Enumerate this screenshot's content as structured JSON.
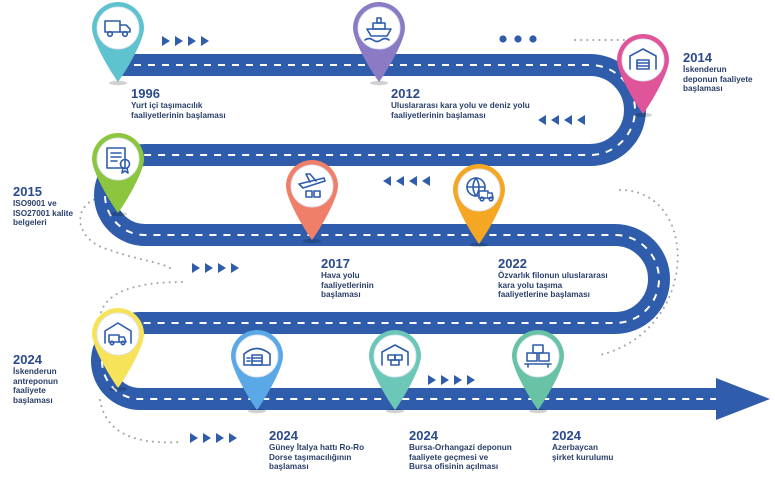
{
  "milestones": [
    {
      "id": "m1996",
      "year": "1996",
      "lines": [
        "Yurt içi taşımacılık",
        "faaliyetlerinin başlaması"
      ],
      "icon": "truck-icon",
      "color": "#5fc3cf"
    },
    {
      "id": "m2012",
      "year": "2012",
      "lines": [
        "Uluslararası kara yolu ve deniz yolu",
        "faaliyetlerinin başlaması"
      ],
      "icon": "ship-icon",
      "color": "#8a7bc4"
    },
    {
      "id": "m2014",
      "year": "2014",
      "lines": [
        "İskenderun",
        "deponun faaliyete",
        "başlaması"
      ],
      "icon": "warehouse-icon",
      "color": "#e0559a"
    },
    {
      "id": "m2015",
      "year": "2015",
      "lines": [
        "ISO9001 ve",
        "ISO27001 kalite",
        "belgeleri"
      ],
      "icon": "certificate-icon",
      "color": "#8cc63e"
    },
    {
      "id": "m2017",
      "year": "2017",
      "lines": [
        "Hava yolu",
        "faaliyetlerinin",
        "başlaması"
      ],
      "icon": "airplane-icon",
      "color": "#f07f6a"
    },
    {
      "id": "m2022",
      "year": "2022",
      "lines": [
        "Özvarlık filonun uluslararası",
        "kara yolu taşıma",
        "faaliyetlerine başlaması"
      ],
      "icon": "globe-truck-icon",
      "color": "#f5a623"
    },
    {
      "id": "m2024a",
      "year": "2024",
      "lines": [
        "İskenderun",
        "antreponun",
        "faaliyete",
        "başlaması"
      ],
      "icon": "warehouse-truck-icon",
      "color": "#f7e35a"
    },
    {
      "id": "m2024b",
      "year": "2024",
      "lines": [
        "Güney İtalya hattı Ro-Ro",
        "Dorse taşımacılığının",
        "başlaması"
      ],
      "icon": "hangar-icon",
      "color": "#5aa9e6"
    },
    {
      "id": "m2024c",
      "year": "2024",
      "lines": [
        "Bursa-Orhangazi deponun",
        "faaliyete geçmesi ve",
        "Bursa ofisinin açılması"
      ],
      "icon": "depot-icon",
      "color": "#6cc7b8"
    },
    {
      "id": "m2024d",
      "year": "2024",
      "lines": [
        "Azerbaycan",
        "şirket kurulumu"
      ],
      "icon": "boxes-icon",
      "color": "#67c2a6"
    }
  ]
}
